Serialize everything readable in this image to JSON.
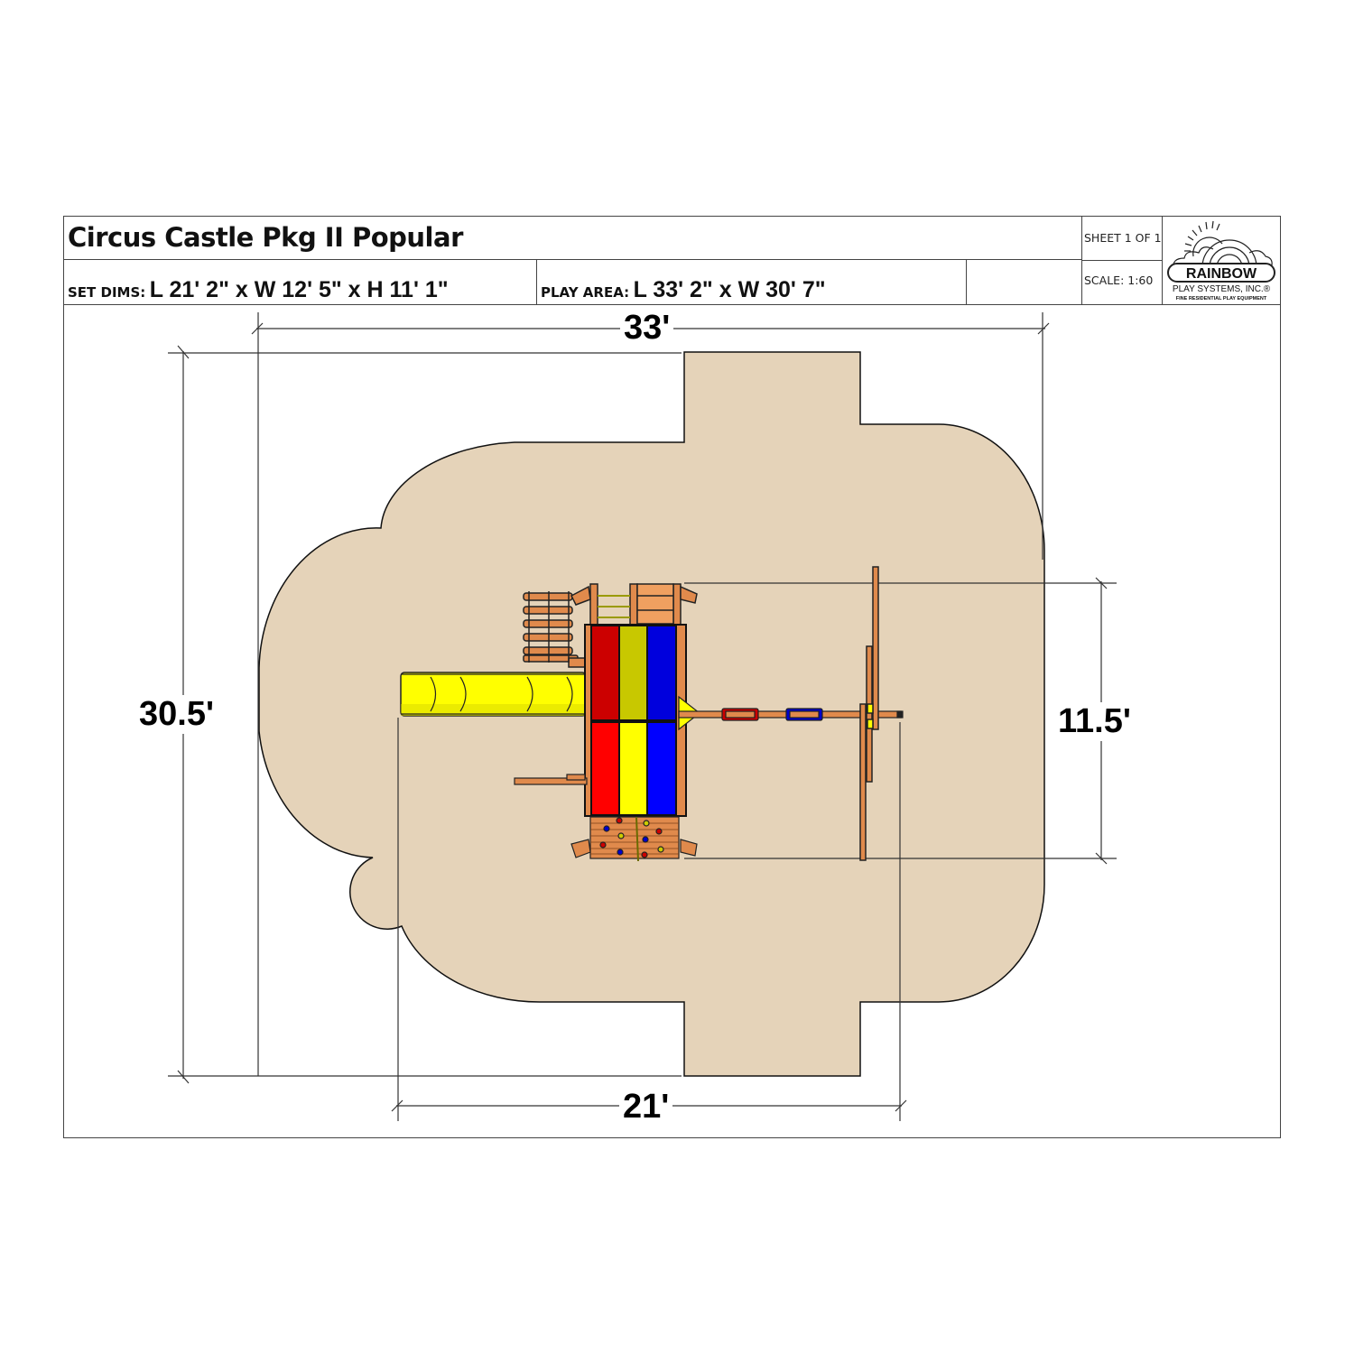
{
  "title_block": {
    "title": "Circus Castle Pkg II Popular",
    "set_dims_label": "SET DIMS:",
    "set_dims_value": "L 21' 2\" x W 12' 5\" x H 11' 1\"",
    "play_area_label": "PLAY AREA:",
    "play_area_value": "L 33' 2\" x W 30' 7\"",
    "sheet": "SHEET 1 OF 1",
    "scale": "SCALE: 1:60",
    "logo": {
      "brand": "RAINBOW",
      "company": "PLAY SYSTEMS, INC.®",
      "tagline": "FINE RESIDENTIAL PLAY EQUIPMENT"
    }
  },
  "dimensions": {
    "play_area_length": "33'",
    "play_area_width": "30.5'",
    "set_width": "11.5'",
    "set_length": "21'"
  },
  "colors": {
    "play_area_fill": "#e5d3b9",
    "wood": "#e08a4c",
    "roof_red": "#ff0000",
    "roof_yellow": "#ffff00",
    "roof_blue": "#0000dd",
    "roof_olive": "#c8c800",
    "roof_darkred": "#cc0000",
    "slide_yellow": "#ffff00"
  },
  "components": [
    "tube slide",
    "cargo net / ladder",
    "tower with tri-color canopy",
    "rock wall",
    "swing beam",
    "swing seats",
    "A-frame"
  ]
}
